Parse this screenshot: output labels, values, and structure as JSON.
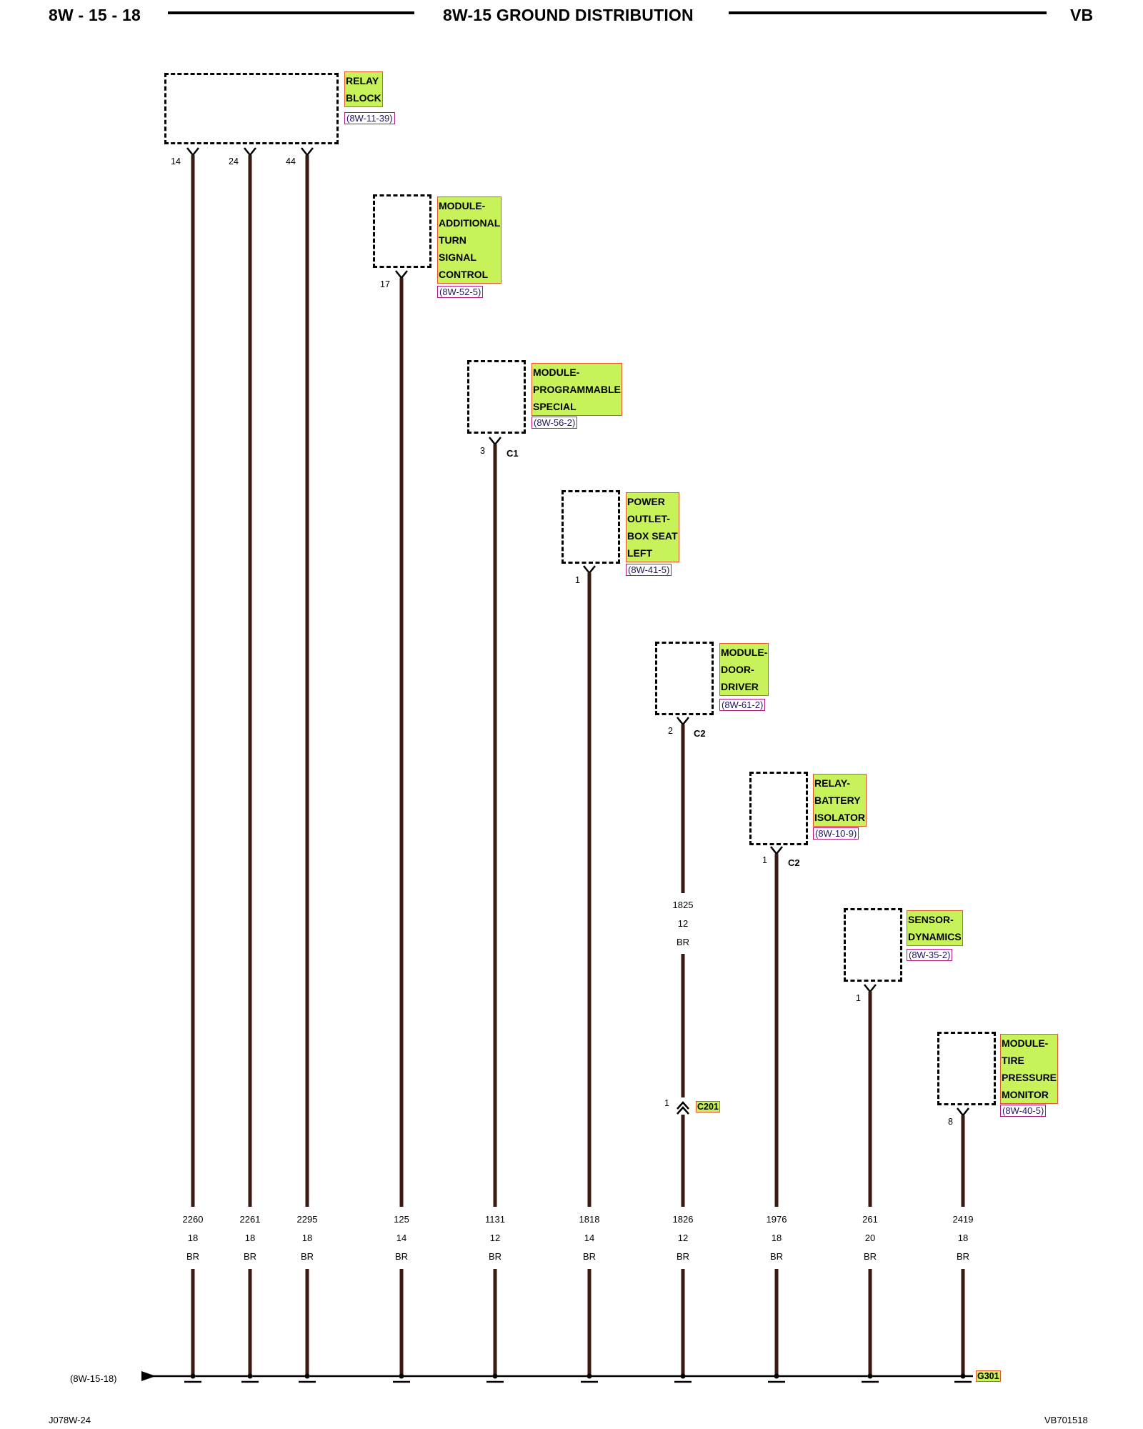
{
  "header": {
    "page_id": "8W - 15 - 18",
    "title": "8W-15 GROUND DISTRIBUTION",
    "code": "VB"
  },
  "footer": {
    "left_code": "J078W-24",
    "right_code": "VB701518",
    "bus_ref": "(8W-15-18)"
  },
  "ground": {
    "label": "G301"
  },
  "inline_connector": {
    "name": "C201",
    "pin": "1"
  },
  "colors": {
    "wire": "#3a1a10",
    "label_fill": "#c8f25a",
    "label_border": "#e2572b",
    "ref_border": "#b0187a"
  },
  "components": [
    {
      "name": "RELAY\nBLOCK",
      "ref": "(8W-11-39)"
    },
    {
      "name": "MODULE-\nADDITIONAL\nTURN\nSIGNAL\nCONTROL",
      "ref": "(8W-52-5)"
    },
    {
      "name": "MODULE-\nPROGRAMMABLE\nSPECIAL",
      "ref": "(8W-56-2)"
    },
    {
      "name": "POWER\nOUTLET-\nBOX SEAT\nLEFT",
      "ref": "(8W-41-5)"
    },
    {
      "name": "MODULE-\nDOOR-\nDRIVER",
      "ref": "(8W-61-2)"
    },
    {
      "name": "RELAY-\nBATTERY\nISOLATOR",
      "ref": "(8W-10-9)"
    },
    {
      "name": "SENSOR-\nDYNAMICS",
      "ref": "(8W-35-2)"
    },
    {
      "name": "MODULE-\nTIRE\nPRESSURE\nMONITOR",
      "ref": "(8W-40-5)"
    }
  ],
  "pins": [
    {
      "pin": "14",
      "connector": ""
    },
    {
      "pin": "24",
      "connector": ""
    },
    {
      "pin": "44",
      "connector": ""
    },
    {
      "pin": "17",
      "connector": ""
    },
    {
      "pin": "3",
      "connector": "C1"
    },
    {
      "pin": "1",
      "connector": ""
    },
    {
      "pin": "2",
      "connector": "C2"
    },
    {
      "pin": "1",
      "connector": "C2"
    },
    {
      "pin": "1",
      "connector": ""
    },
    {
      "pin": "8",
      "connector": ""
    }
  ],
  "wires": [
    {
      "circuit": "2260",
      "gauge": "18",
      "color": "BR"
    },
    {
      "circuit": "2261",
      "gauge": "18",
      "color": "BR"
    },
    {
      "circuit": "2295",
      "gauge": "18",
      "color": "BR"
    },
    {
      "circuit": "125",
      "gauge": "14",
      "color": "BR"
    },
    {
      "circuit": "1131",
      "gauge": "12",
      "color": "BR"
    },
    {
      "circuit": "1818",
      "gauge": "14",
      "color": "BR"
    },
    {
      "circuit": "1826",
      "gauge": "12",
      "color": "BR"
    },
    {
      "circuit": "1976",
      "gauge": "18",
      "color": "BR"
    },
    {
      "circuit": "261",
      "gauge": "20",
      "color": "BR"
    },
    {
      "circuit": "2419",
      "gauge": "18",
      "color": "BR"
    }
  ],
  "upper_wire": {
    "circuit": "1825",
    "gauge": "12",
    "color": "BR"
  }
}
